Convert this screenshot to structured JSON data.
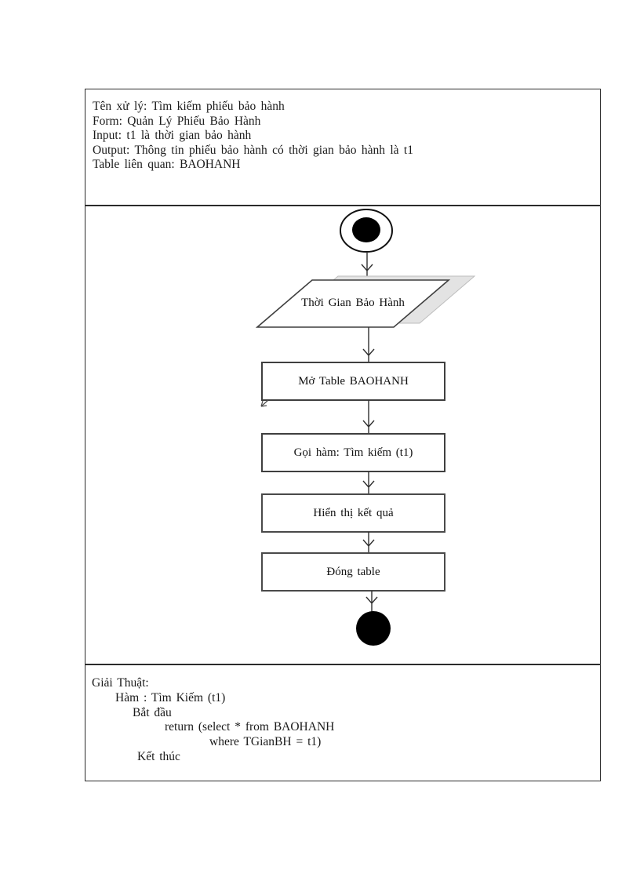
{
  "document": {
    "header": {
      "lines": [
        "Tên xử lý: Tìm kiếm phiếu bảo hành",
        "Form: Quản Lý Phiếu Bảo Hành",
        "Input: t1 là thời gian bảo hành",
        "Output: Thông tin phiếu bảo hành có thời gian bảo hành là t1",
        "Table liên quan: BAOHANH"
      ]
    },
    "flowchart": {
      "input_label": "Thời Gian Bảo Hành",
      "steps": [
        "Mở Table BAOHANH",
        "Gọi hàm: Tìm kiếm (t1)",
        "Hiển thị kết quả",
        "Đóng table"
      ]
    },
    "algorithm": {
      "lines": [
        "Giải Thuật:",
        "Hàm : Tìm Kiếm (t1)",
        "Bắt đầu",
        "return (select * from BAOHANH",
        "where TGianBH = t1)",
        "Kết thúc"
      ]
    }
  },
  "colors": {
    "frame_border": "#2b2b2b",
    "shape_stroke": "#3f3f3f",
    "shape_fill": "#ffffff",
    "shadow_fill": "#e3e3e3",
    "node_fill": "#000000",
    "text": "#1a1a1a"
  }
}
